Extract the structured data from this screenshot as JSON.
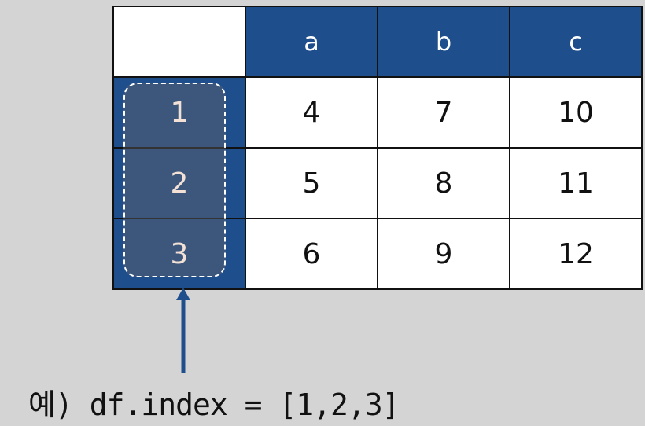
{
  "table": {
    "columns": [
      "a",
      "b",
      "c"
    ],
    "index": [
      "1",
      "2",
      "3"
    ],
    "rows": [
      [
        "4",
        "7",
        "10"
      ],
      [
        "5",
        "8",
        "11"
      ],
      [
        "6",
        "9",
        "12"
      ]
    ]
  },
  "caption": "예) df.index = [1,2,3]",
  "colors": {
    "header_blue": "#1f4e8c",
    "arrow": "#1f4e8c",
    "background": "#d4d4d4",
    "index_text": "#f3e0d6"
  }
}
